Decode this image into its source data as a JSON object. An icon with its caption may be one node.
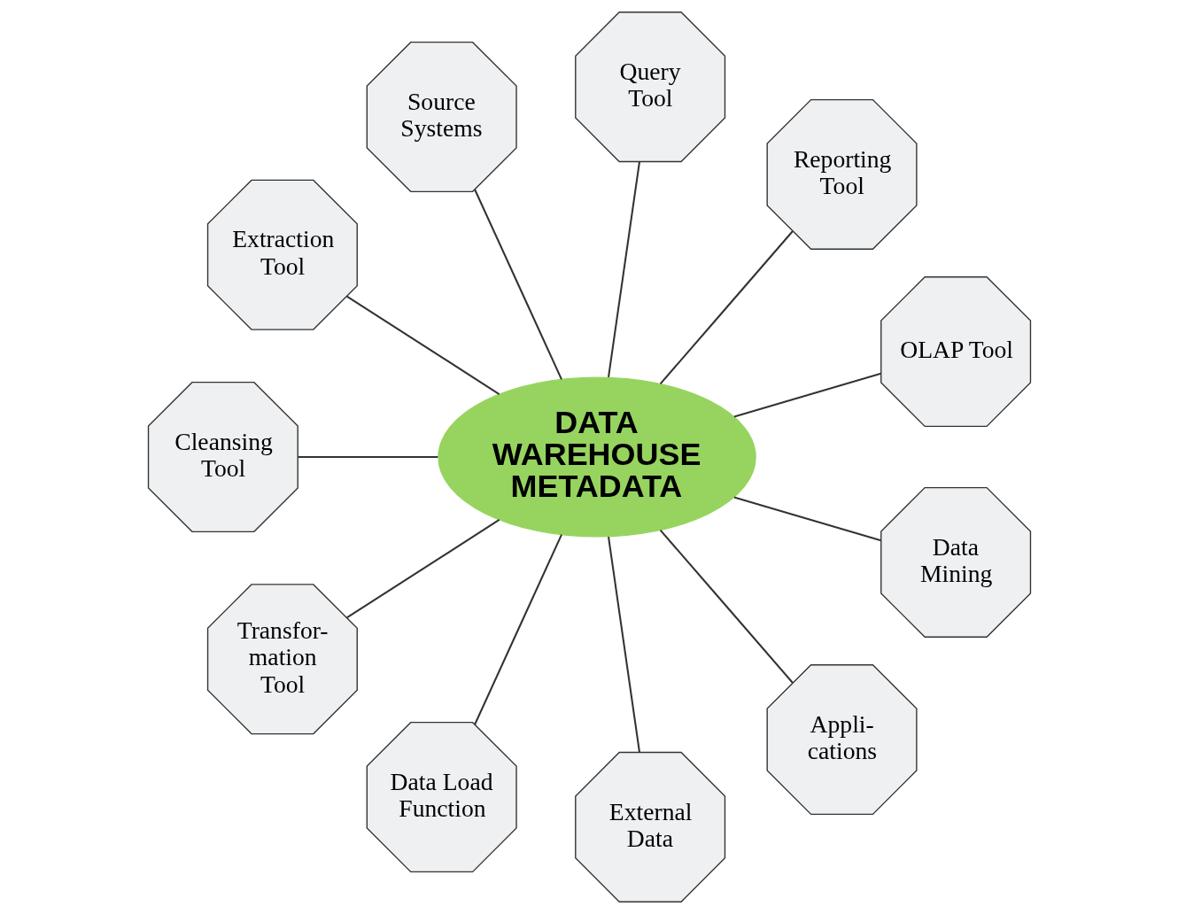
{
  "diagram": {
    "nodes": [
      {
        "text": [
          "DATA WAREHOUSE METADATA"
        ]
      },
      {
        "text": [
          "Source Systems"
        ]
      },
      {
        "text": [
          "Query Tool"
        ]
      },
      {
        "text": [
          "Extraction Tool"
        ]
      },
      {
        "text": [
          "Reporting Tool"
        ]
      },
      {
        "text": [
          "Cleansing Tool"
        ]
      },
      {
        "text": [
          "OLAP Tool"
        ]
      },
      {
        "text": [
          "Transfor- mation Tool"
        ]
      },
      {
        "text": [
          "Data Mining"
        ]
      },
      {
        "text": [
          "Data Load Function"
        ]
      },
      {
        "text": [
          "External Data"
        ]
      },
      {
        "text": [
          "Appli- cations"
        ]
      }
    ],
    "edges": [
      {
        "from": 0,
        "to": 1,
        "arrow": "none"
      },
      {
        "from": 0,
        "to": 2,
        "arrow": "none"
      },
      {
        "from": 0,
        "to": 3,
        "arrow": "none"
      },
      {
        "from": 0,
        "to": 4,
        "arrow": "none"
      },
      {
        "from": 0,
        "to": 5,
        "arrow": "none"
      },
      {
        "from": 0,
        "to": 6,
        "arrow": "none"
      },
      {
        "from": 0,
        "to": 7,
        "arrow": "none"
      },
      {
        "from": 0,
        "to": 8,
        "arrow": "none"
      },
      {
        "from": 0,
        "to": 9,
        "arrow": "none"
      },
      {
        "from": 0,
        "to": 10,
        "arrow": "none"
      },
      {
        "from": 0,
        "to": 11,
        "arrow": "none"
      }
    ]
  }
}
